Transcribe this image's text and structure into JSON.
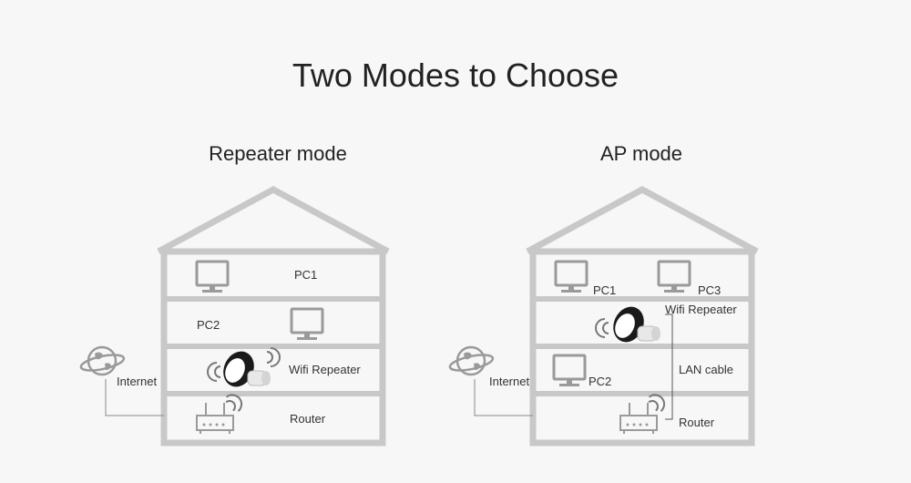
{
  "title": "Two Modes to Choose",
  "colors": {
    "house": "#c8c8c8",
    "floor": "#ececec",
    "icon": "#9a9a9a",
    "device": "#111111"
  },
  "repeater": {
    "title": "Repeater mode",
    "labels": {
      "pc1": "PC1",
      "pc2": "PC2",
      "repeater": "Wifi Repeater",
      "router": "Router",
      "internet": "Internet"
    }
  },
  "ap": {
    "title": "AP mode",
    "labels": {
      "pc1": "PC1",
      "pc3": "PC3",
      "repeater": "Wifi Repeater",
      "lan": "LAN cable",
      "pc2": "PC2",
      "router": "Router",
      "internet": "Internet"
    }
  },
  "icons": [
    "monitor-icon",
    "globe-icon",
    "router-icon",
    "repeater-device-icon",
    "wifi-waves-icon"
  ]
}
